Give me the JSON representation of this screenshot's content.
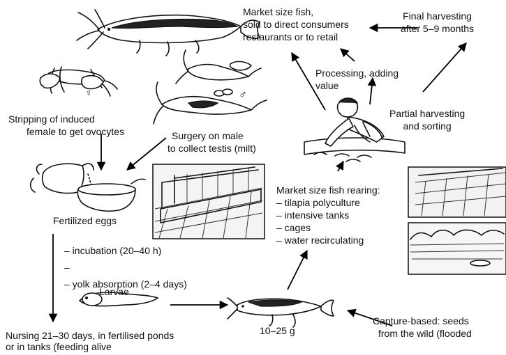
{
  "labels": {
    "market_size_fish": [
      "Market size fish,",
      "sold to direct consumers",
      "restaurants or to retail"
    ],
    "final_harvesting": [
      "Final harvesting",
      "after 5–9 months"
    ],
    "processing": [
      "Processing, adding",
      "value"
    ],
    "partial_harvesting": [
      "Partial harvesting",
      "and sorting"
    ],
    "stripping": [
      "Stripping of induced",
      "female to get ovocytes"
    ],
    "surgery": [
      "Surgery on male",
      "to collect testis (milt)"
    ],
    "fertilized_eggs": "Fertilized eggs",
    "incubation": [
      "– incubation (20–40 h)",
      "–",
      "– yolk absorption (2–4 days)"
    ],
    "larvae": "Larvae",
    "fingerling_weight": "10–25 g",
    "rearing": [
      "Market size fish rearing:",
      "– tilapia polyculture",
      "– intensive tanks",
      "– cages",
      "– water recirculating"
    ],
    "capture": [
      "Capture-based: seeds",
      "from the wild (flooded"
    ],
    "nursing": [
      "Nursing 21–30 days, in fertilised ponds",
      "or in tanks (feeding alive"
    ],
    "female_symbol": "♀",
    "male_symbol": "♂"
  }
}
